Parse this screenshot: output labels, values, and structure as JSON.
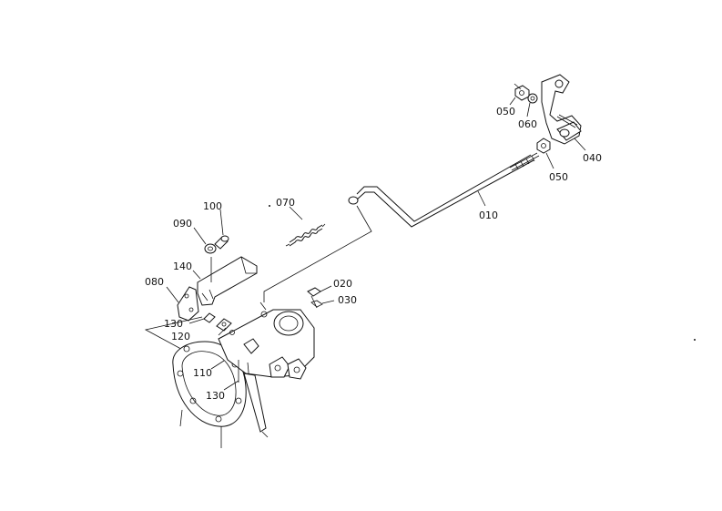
{
  "labels": {
    "p010": "010",
    "p020": "020",
    "p030": "030",
    "p040": "040",
    "p050a": "050",
    "p050b": "050",
    "p060": "060",
    "p070": "070",
    "p080": "080",
    "p090": "090",
    "p100": "100",
    "p110": "110",
    "p120": "120",
    "p130a": "130",
    "p130b": "130",
    "p140": "140"
  }
}
